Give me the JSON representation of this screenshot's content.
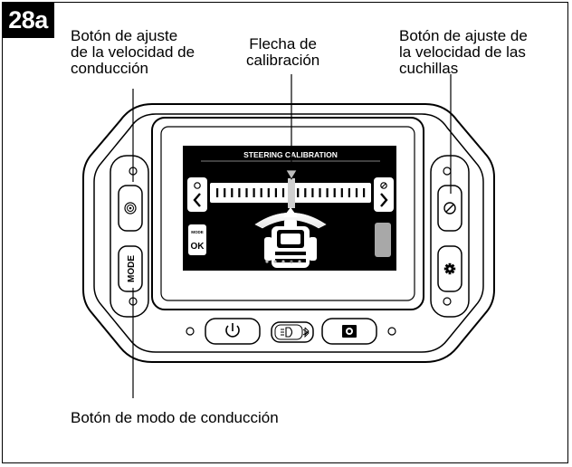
{
  "figure": {
    "number": "28a"
  },
  "callouts": {
    "drive_speed": "Botón de ajuste\nde la velocidad de\nconducción",
    "calibration_arrow": "Flecha de\ncalibración",
    "blade_speed": "Botón de ajuste de\nla velocidad de las\ncuchillas",
    "drive_mode": "Botón de modo de conducción"
  },
  "screen": {
    "title": "STEERING CALIBRATION",
    "mode_label": "MODE",
    "ok_label": "OK"
  },
  "device": {
    "mode_button_label": "MODE"
  },
  "icons": {
    "drive_speed": "turtle-rabbit-icon",
    "blade_speed": "blade-off-icon",
    "settings": "gear-icon",
    "power": "power-icon",
    "lights": "headlight-bluetooth-icon",
    "blade": "blade-engage-icon"
  }
}
